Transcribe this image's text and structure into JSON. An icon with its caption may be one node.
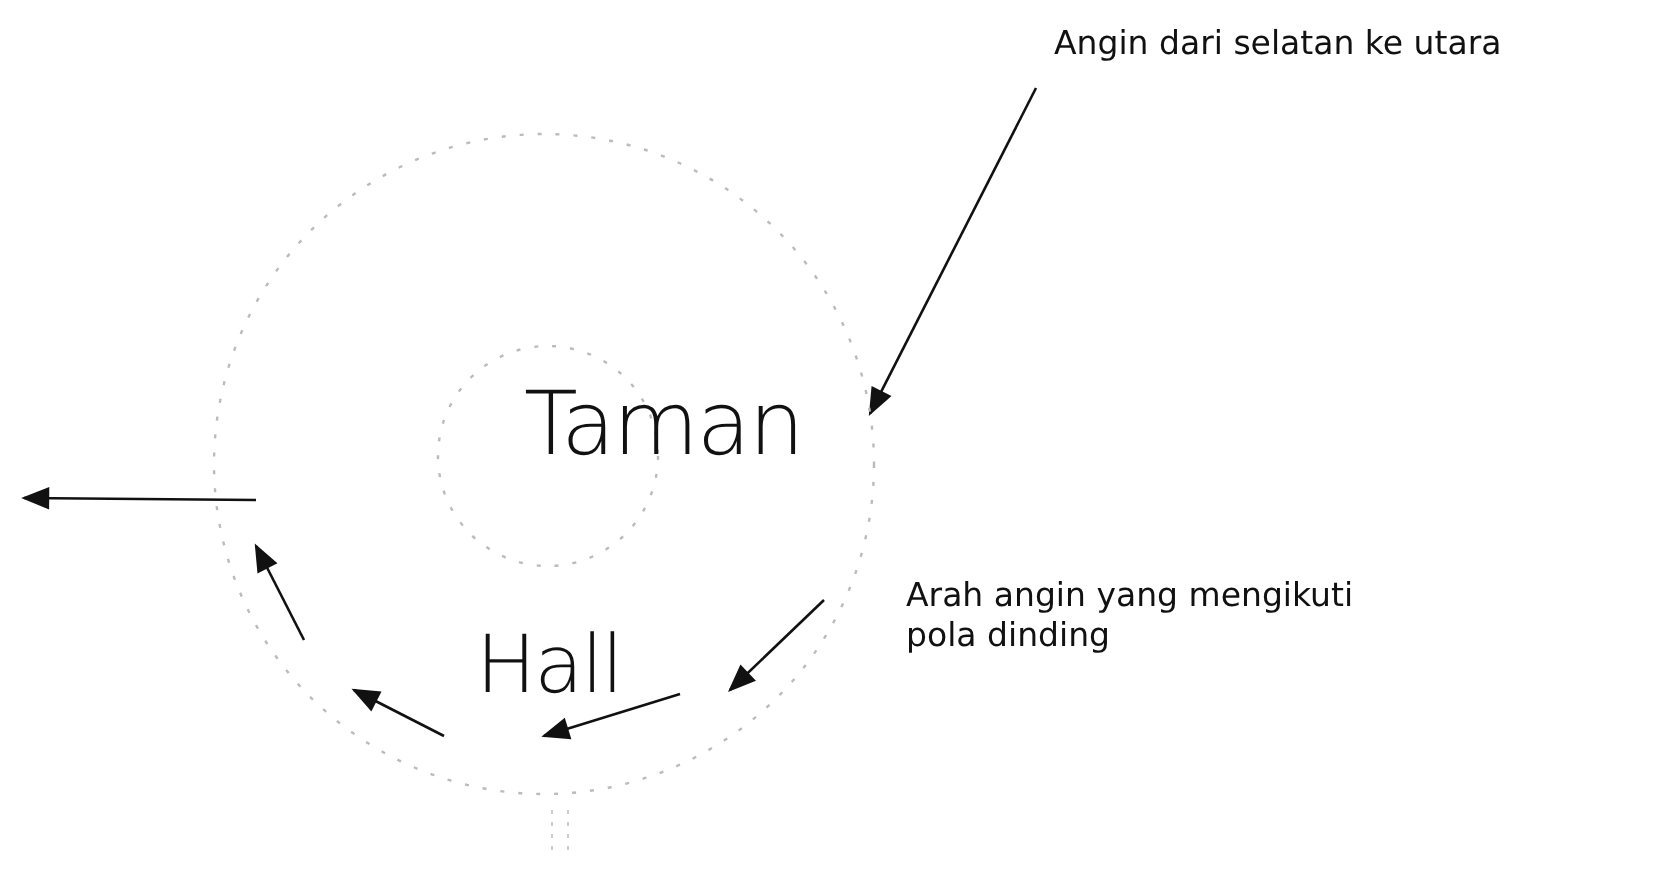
{
  "diagram": {
    "nodes": [
      {
        "text": [
          "Hall"
        ]
      },
      {
        "text": [
          "Taman"
        ],
        "in": 0
      },
      {
        "text": [
          "Angin dari selatan ke utara"
        ]
      }
    ],
    "edges": [
      {
        "from": 2,
        "to": 0,
        "arrow": "to"
      }
    ],
    "labels": [
      "Arah angin yang mengikuti pola dinding"
    ]
  }
}
